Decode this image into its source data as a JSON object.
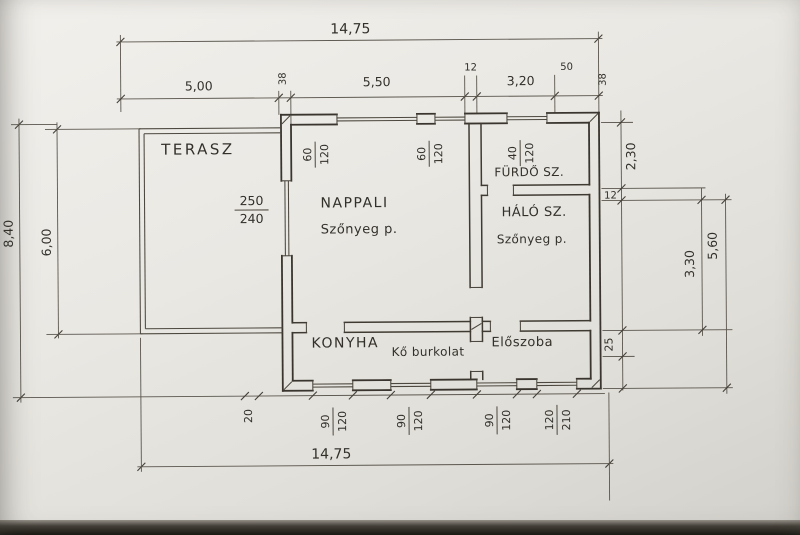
{
  "meta": {
    "type": "hand-drawn floor plan",
    "language": "hu"
  },
  "colors": {
    "paper": "#eae8e3",
    "ink": "#3a362f",
    "photo_edge": "#17150f"
  },
  "dims": {
    "overall_top": "14,75",
    "overall_bottom": "14,75",
    "terasz_width": "5,00",
    "wall_left_thickness": "38",
    "nappali_width": "5,50",
    "partition_top_thickness": "12",
    "halo_width": "3,20",
    "corner_seg": "50",
    "wall_right_thickness": "38",
    "furdo_depth": "2,30",
    "partition_right_thickness": "12",
    "halo_depth": "3,30",
    "right_total_depth": "5,60",
    "eloszoba_offset": "25",
    "left_total_depth": "8,40",
    "terasz_depth": "6,00",
    "dim_20": "20"
  },
  "rooms": {
    "terasz": "TERASZ",
    "nappali": "NAPPALI",
    "nappali_floor": "Szőnyeg p.",
    "furdo": "FÜRDŐ SZ.",
    "halo": "HÁLÓ SZ.",
    "halo_floor": "Szőnyeg p.",
    "konyha": "KONYHA",
    "konyha_floor": "Kő burkolat",
    "eloszoba": "Előszoba"
  },
  "openings": {
    "terasz_door_num": "250",
    "terasz_door_den": "240",
    "win60a_num": "60",
    "win60a_den": "120",
    "win60b_num": "60",
    "win60b_den": "120",
    "win40_num": "40",
    "win40_den": "120",
    "win90a_num": "90",
    "win90a_den": "120",
    "win90b_num": "90",
    "win90b_den": "120",
    "win90c_num": "90",
    "win90c_den": "120",
    "door_num": "120",
    "door_den": "210"
  }
}
